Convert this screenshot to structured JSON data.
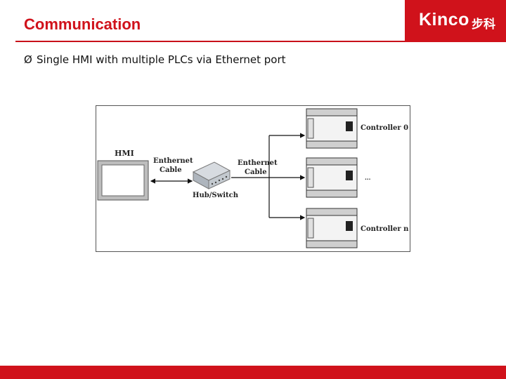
{
  "header": {
    "title": "Communication",
    "logo_text": "Kinco",
    "logo_cn": "步科"
  },
  "bullet": {
    "marker": "Ø",
    "text": "Single HMI with multiple PLCs via Ethernet port"
  },
  "diagram": {
    "hmi_label": "HMI",
    "cable_left_line1": "Enthernet",
    "cable_left_line2": "Cable",
    "cable_right_line1": "Enthernet",
    "cable_right_line2": "Cable",
    "hub_label": "Hub/Switch",
    "controller_top": "Controller 0",
    "controller_bottom": "Controller n",
    "ellipsis": "..."
  },
  "colors": {
    "brand_red": "#d0121b"
  }
}
